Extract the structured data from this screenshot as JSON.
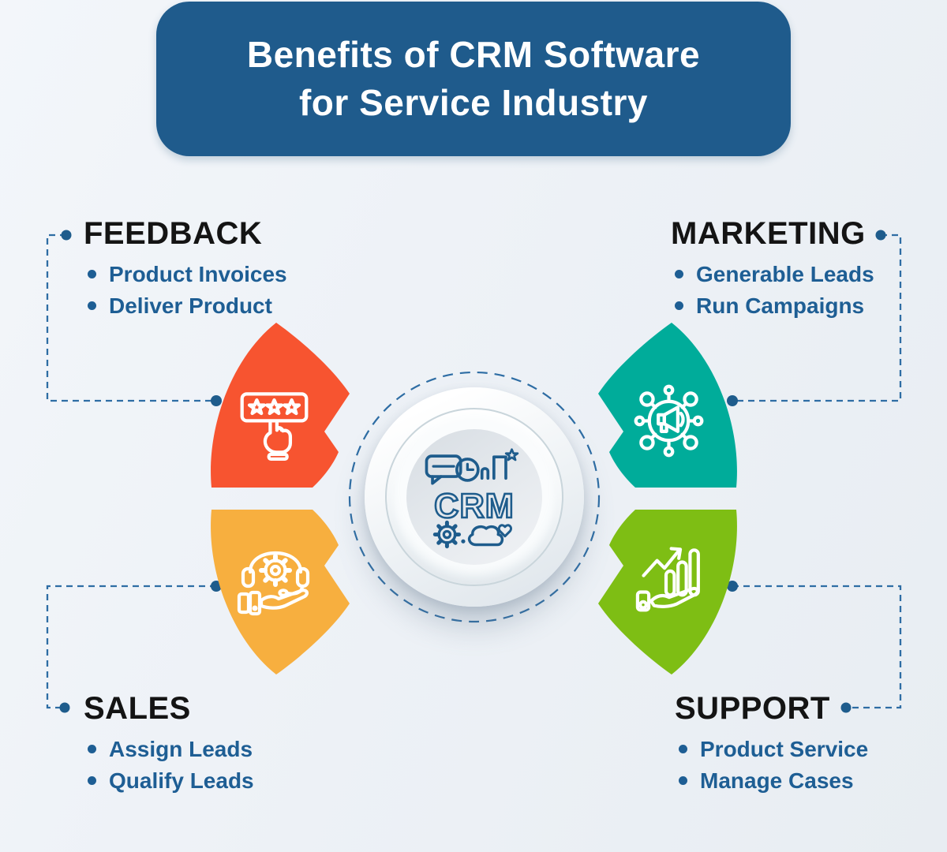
{
  "title": {
    "line1": "Benefits of CRM Software",
    "line2": "for Service Industry"
  },
  "hub": {
    "label": "CRM"
  },
  "sections": {
    "feedback": {
      "heading": "FEEDBACK",
      "items": [
        "Product Invoices",
        "Deliver Product"
      ],
      "color": "#F75430",
      "icon": "rating-stars-icon"
    },
    "marketing": {
      "heading": "MARKETING",
      "items": [
        "Generable Leads",
        "Run Campaigns"
      ],
      "color": "#00AC9A",
      "icon": "megaphone-network-icon"
    },
    "sales": {
      "heading": "SALES",
      "items": [
        "Assign Leads",
        "Qualify Leads"
      ],
      "color": "#F7AF3F",
      "icon": "support-headset-icon"
    },
    "support": {
      "heading": "SUPPORT",
      "items": [
        "Product Service",
        "Manage Cases"
      ],
      "color": "#7EBE14",
      "icon": "growth-chart-icon"
    }
  },
  "colors": {
    "banner_blue": "#1F5B8C",
    "bullet_blue": "#1E5E94",
    "connector_blue": "#2E6DA4",
    "hub_icon_blue": "#1E5C8C",
    "background": "#EEF2F7"
  }
}
